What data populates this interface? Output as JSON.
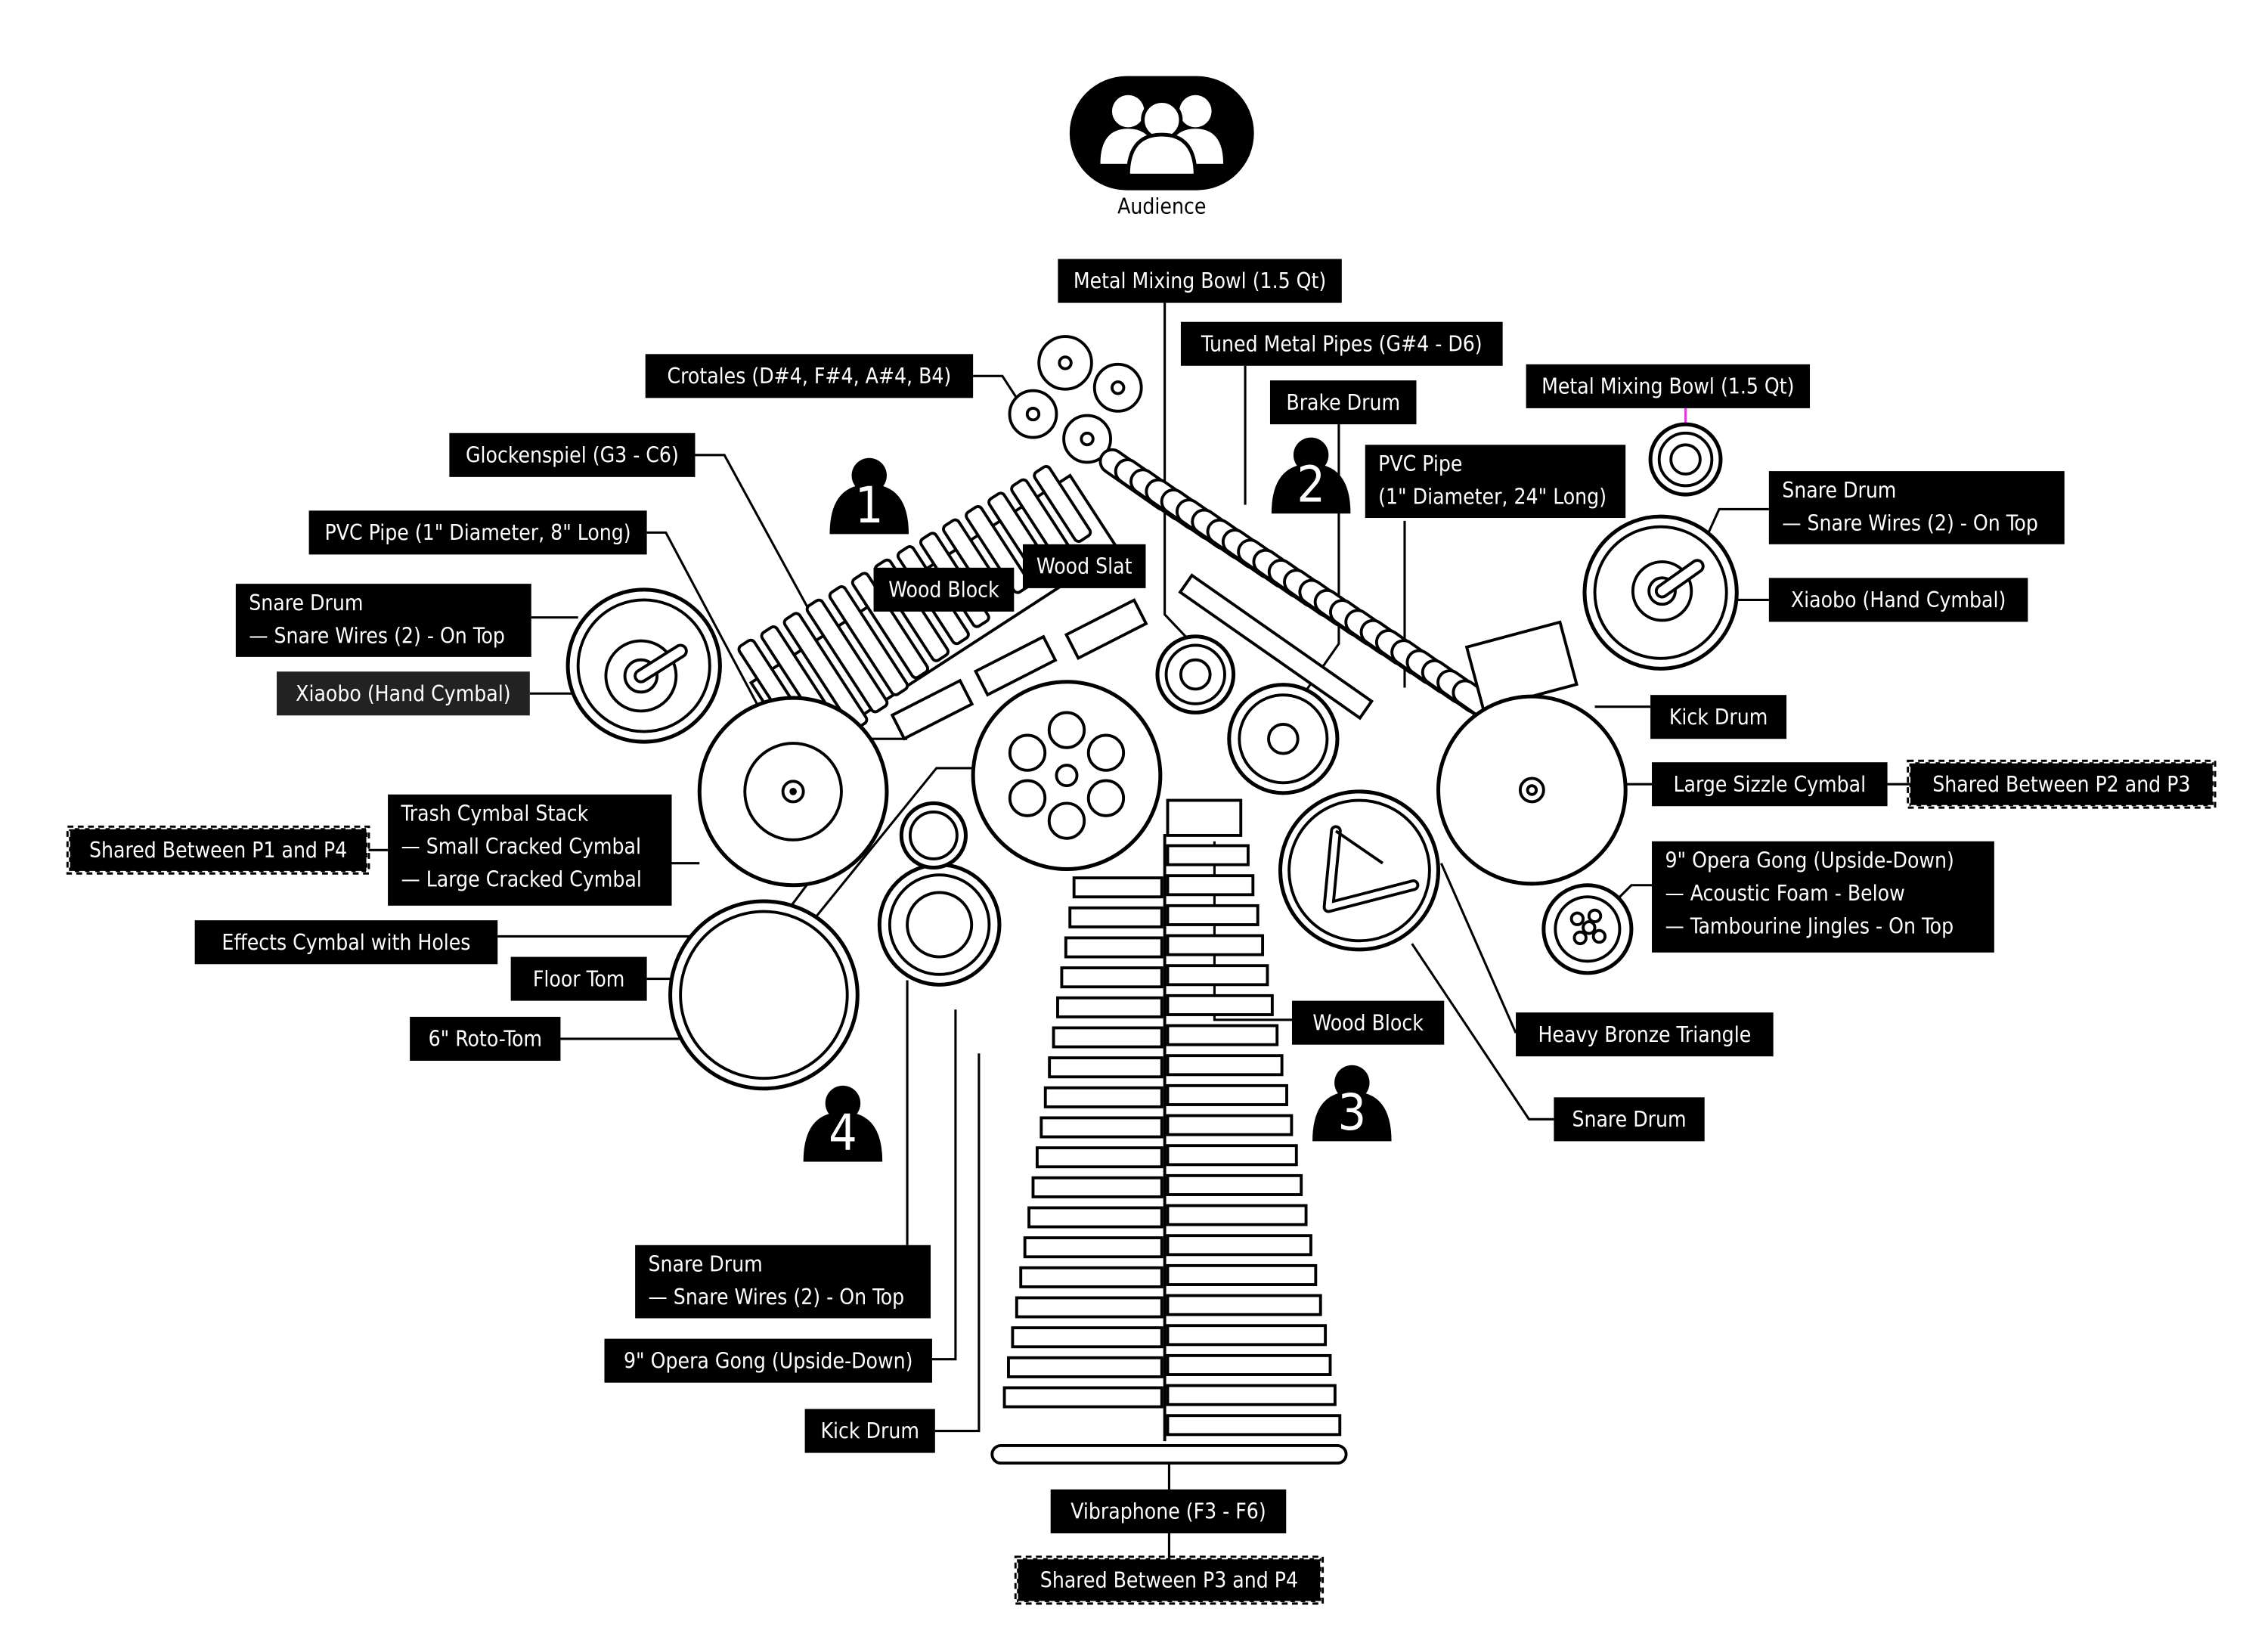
{
  "audience": {
    "label": "Audience",
    "icon": "audience-icon"
  },
  "players": [
    "1",
    "2",
    "3",
    "4"
  ],
  "labels": [
    {
      "id": "metal-mixing-bowl-1",
      "lines": [
        "Metal Mixing Bowl (1.5 Qt)"
      ]
    },
    {
      "id": "tuned-metal-pipes",
      "lines": [
        "Tuned Metal Pipes (G#4 - D6)"
      ]
    },
    {
      "id": "brake-drum",
      "lines": [
        "Brake Drum"
      ]
    },
    {
      "id": "metal-mixing-bowl-2",
      "lines": [
        "Metal Mixing Bowl (1.5 Qt)"
      ]
    },
    {
      "id": "crotales",
      "lines": [
        "Crotales (D#4, F#4, A#4, B4)"
      ]
    },
    {
      "id": "glockenspiel",
      "lines": [
        "Glockenspiel (G3 - C6)"
      ]
    },
    {
      "id": "pvc-pipe-8",
      "lines": [
        "PVC Pipe (1\" Diameter, 8\" Long)"
      ]
    },
    {
      "id": "pvc-pipe-24",
      "lines": [
        "PVC Pipe",
        "(1\" Diameter, 24\" Long)"
      ]
    },
    {
      "id": "snare-drum-p1",
      "lines": [
        "Snare Drum",
        "— Snare Wires (2) - On Top"
      ]
    },
    {
      "id": "xiaobo-p1",
      "lines": [
        "Xiaobo (Hand Cymbal)"
      ]
    },
    {
      "id": "snare-drum-p2",
      "lines": [
        "Snare Drum",
        "— Snare Wires (2) - On Top"
      ]
    },
    {
      "id": "xiaobo-p2",
      "lines": [
        "Xiaobo (Hand Cymbal)"
      ]
    },
    {
      "id": "wood-block-p1",
      "lines": [
        "Wood Block"
      ]
    },
    {
      "id": "wood-slat",
      "lines": [
        "Wood Slat"
      ]
    },
    {
      "id": "kick-drum-p2",
      "lines": [
        "Kick Drum"
      ]
    },
    {
      "id": "large-sizzle-cymbal",
      "lines": [
        "Large Sizzle Cymbal"
      ]
    },
    {
      "id": "shared-p2-p3",
      "lines": [
        "Shared Between P2 and P3"
      ],
      "dashed": true
    },
    {
      "id": "opera-gong-p3",
      "lines": [
        "9\" Opera Gong (Upside-Down)",
        "— Acoustic Foam - Below",
        "— Tambourine Jingles - On Top"
      ]
    },
    {
      "id": "trash-cymbal-stack",
      "lines": [
        "Trash Cymbal Stack",
        "— Small Cracked Cymbal",
        "— Large Cracked Cymbal"
      ]
    },
    {
      "id": "shared-p1-p4",
      "lines": [
        "Shared Between P1 and P4"
      ],
      "dashed": true
    },
    {
      "id": "effects-cymbal",
      "lines": [
        "Effects Cymbal with Holes"
      ]
    },
    {
      "id": "floor-tom",
      "lines": [
        "Floor Tom"
      ]
    },
    {
      "id": "roto-tom",
      "lines": [
        "6\" Roto-Tom"
      ]
    },
    {
      "id": "wood-block-p3",
      "lines": [
        "Wood Block"
      ]
    },
    {
      "id": "heavy-bronze-triangle",
      "lines": [
        "Heavy Bronze Triangle"
      ]
    },
    {
      "id": "snare-drum-p3",
      "lines": [
        "Snare Drum"
      ]
    },
    {
      "id": "snare-drum-p4",
      "lines": [
        "Snare Drum",
        "— Snare Wires (2) - On Top"
      ]
    },
    {
      "id": "opera-gong-p4",
      "lines": [
        "9\" Opera Gong (Upside-Down)"
      ]
    },
    {
      "id": "kick-drum-p4",
      "lines": [
        "Kick Drum"
      ]
    },
    {
      "id": "vibraphone",
      "lines": [
        "Vibraphone (F3 - F6)"
      ]
    },
    {
      "id": "shared-p3-p4",
      "lines": [
        "Shared Between P3 and P4"
      ],
      "dashed": true
    }
  ],
  "colors": {
    "ink": "#000000",
    "paper": "#ffffff",
    "accent_line": "#e040e0",
    "xiaobo_bg": "#222222"
  }
}
